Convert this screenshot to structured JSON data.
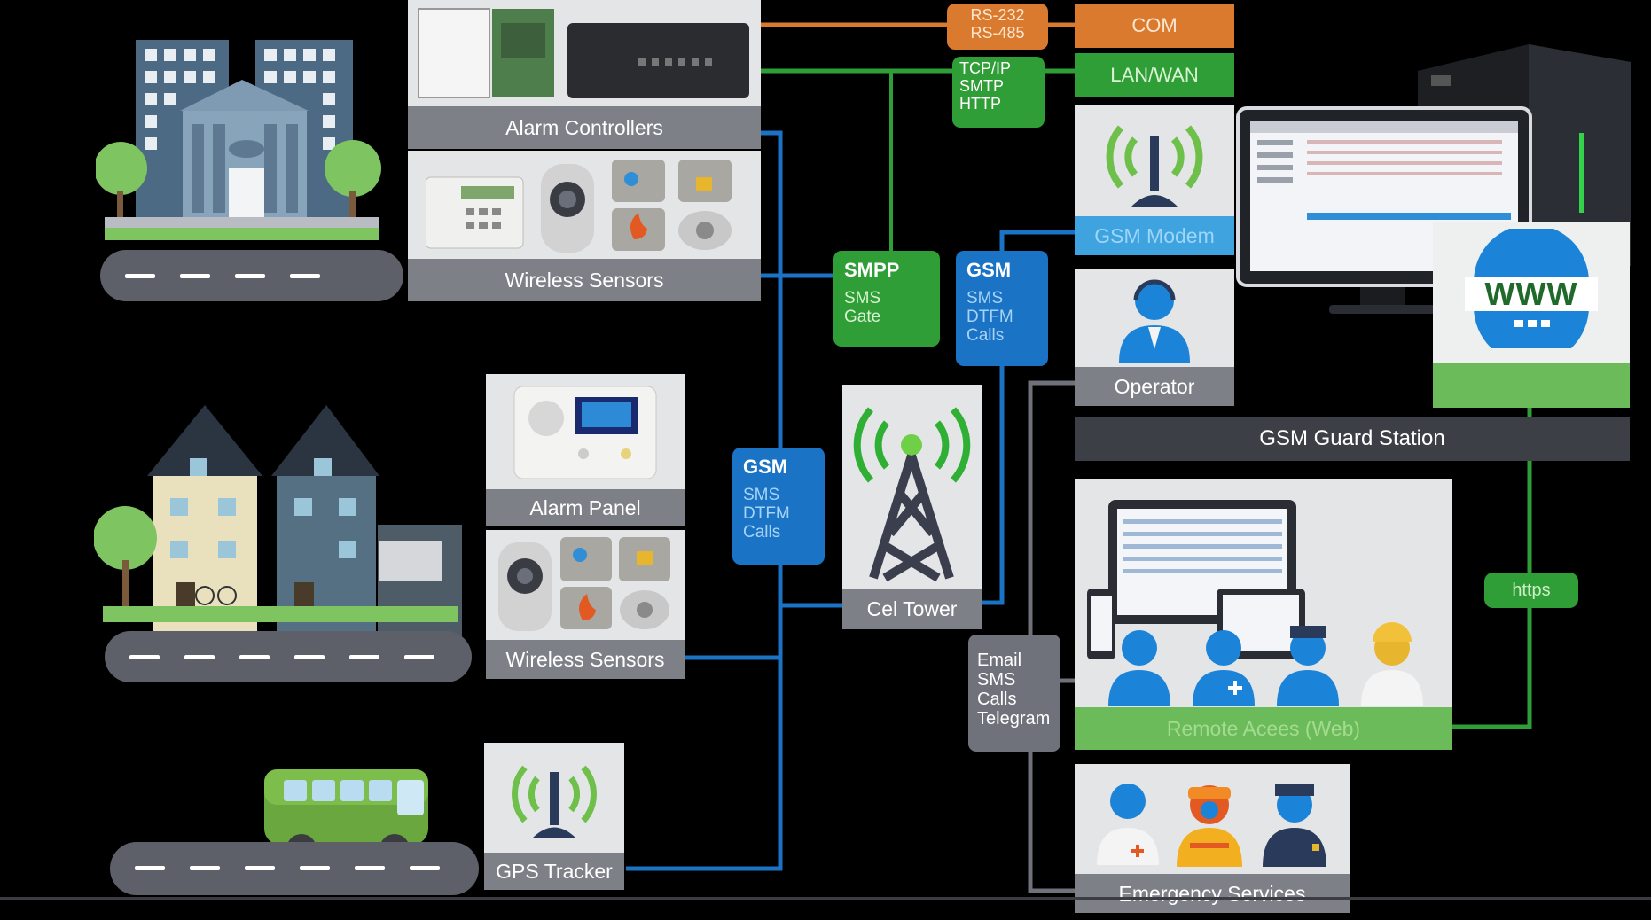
{
  "nodes": {
    "alarm_controllers": "Alarm Controllers",
    "wireless_sensors_top": "Wireless Sensors",
    "alarm_panel": "Alarm Panel",
    "wireless_sensors_mid": "Wireless Sensors",
    "gps_tracker": "GPS Tracker",
    "cel_tower": "Cel Tower",
    "gsm_modem": "GSM Modem",
    "operator": "Operator",
    "gsm_guard_station": "GSM Guard Station",
    "remote_access": "Remote Acees (Web)",
    "emergency_services": "Emergency Services",
    "www": "WWW"
  },
  "tags": {
    "rs_line1": "RS-232",
    "rs_line2": "RS-485",
    "com": "COM",
    "tcp_line1": "TCP/IP",
    "tcp_line2": "SMTP",
    "tcp_line3": "HTTP",
    "lan_wan": "LAN/WAN",
    "smpp_title": "SMPP",
    "smpp_line1": "SMS",
    "smpp_line2": "Gate",
    "gsm_right_title": "GSM",
    "gsm_right_line1": "SMS",
    "gsm_right_line2": "DTFM",
    "gsm_right_line3": "Calls",
    "gsm_left_title": "GSM",
    "gsm_left_line1": "SMS",
    "gsm_left_line2": "DTFM",
    "gsm_left_line3": "Calls",
    "notify_line1": "Email",
    "notify_line2": "SMS",
    "notify_line3": "Calls",
    "notify_line4": "Telegram",
    "https": "https"
  },
  "colors": {
    "blue_link": "#1a73c4",
    "green_link": "#2f9e37",
    "orange_link": "#d97a2e",
    "gray_link": "#6f717b",
    "label_gray": "#7e8088",
    "card_bg": "#e4e5e7",
    "modem_blue": "#3ea3df",
    "remote_green": "#6cbb5a"
  },
  "icons": [
    "office-building-icon",
    "houses-icon",
    "bus-icon",
    "alarm-controller-icon",
    "keypad-icon",
    "camera-sensor-icon",
    "alarm-panel-icon",
    "gps-antenna-icon",
    "cell-tower-icon",
    "gsm-antenna-icon",
    "operator-icon",
    "server-tower-icon",
    "monitor-icon",
    "www-globe-icon",
    "remote-users-icon",
    "emergency-services-icon"
  ]
}
